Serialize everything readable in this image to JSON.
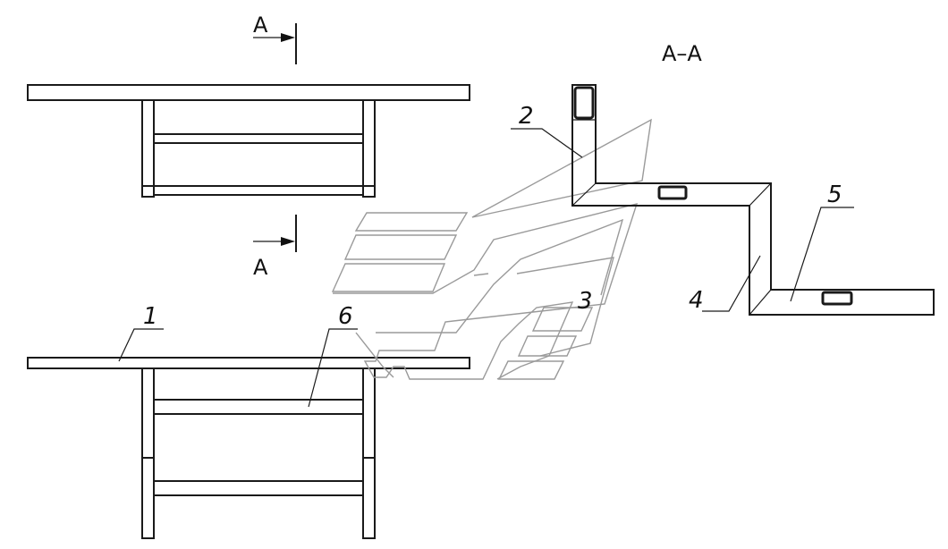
{
  "drawing": {
    "section_marker": "A",
    "section_title": "A–A",
    "part_numbers": {
      "p1": "1",
      "p2": "2",
      "p3": "3",
      "p4": "4",
      "p5": "5",
      "p6": "6"
    }
  }
}
